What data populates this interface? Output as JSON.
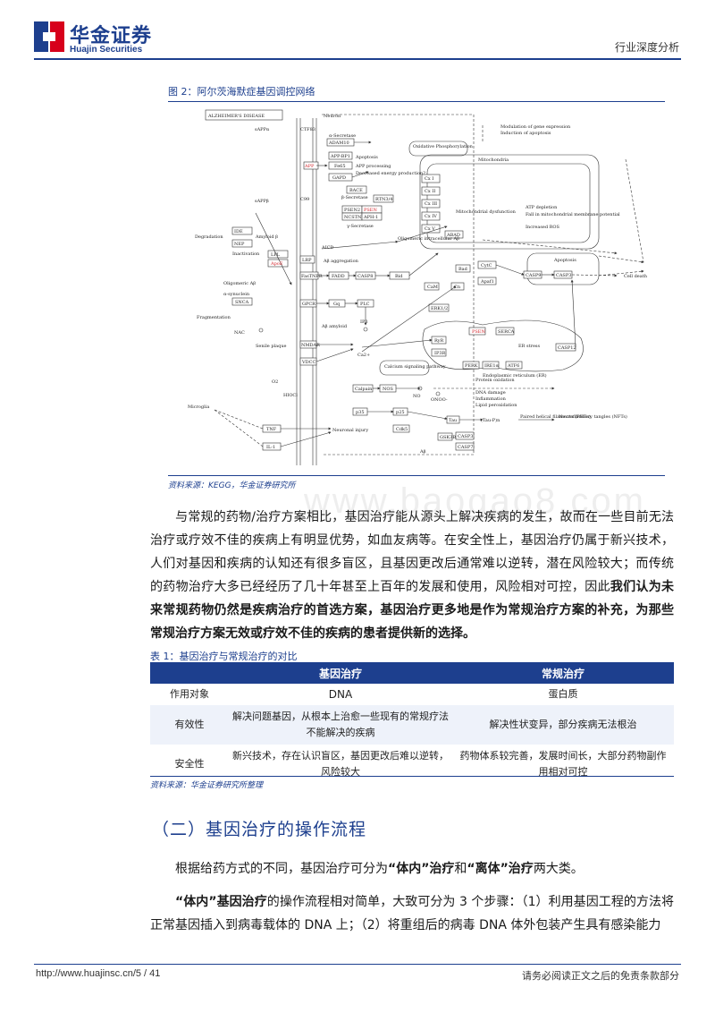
{
  "header": {
    "logo_cn": "华金证券",
    "logo_en": "Huajin Securities",
    "report_type": "行业深度分析"
  },
  "figure": {
    "caption": "图 2：阿尔茨海默症基因调控网络",
    "source": "资料来源：KEGG，华金证券研究所",
    "labels": {
      "title": "ALZHEIMER'S DISEASE",
      "neuron": "Neuron",
      "sappa": "sAPPα",
      "sappb": "sAPPβ",
      "ctf83": "CTF83",
      "ctf99": "C99",
      "a_secretase": "α-Secretase",
      "adam": "ADAM10",
      "app": "APP",
      "apbb1": "APP-BP1",
      "fe65": "Fe65",
      "gapd": "GAPD",
      "bace": "BACE",
      "reticulon": "RTN3/4",
      "b_secretase": "β-Secretase",
      "psen2": "PSEN2",
      "psen": "PSEN",
      "ncstn": "NCSTN",
      "aph1": "APH-1",
      "g_secretase": "γ-Secretase",
      "aicd": "AICD",
      "apoptosis1": "Apoptosis",
      "app_processing": "APP processing",
      "energy": "Decreased energy production?",
      "ide": "IDE",
      "nep": "NEP",
      "degradation": "Degradation",
      "inactivation": "Inactivation",
      "amyloid": "Amyloid β",
      "lpl": "LPL",
      "apoe": "ApoE",
      "lrp": "LRP",
      "oligo_ab": "Oligomeric intracellular Aβ",
      "ab_aggregation": "Aβ aggregation",
      "oligomeric_ab": "Oligomeric Aβ",
      "a_synuclein": "α-synuclein",
      "snca": "SNCA",
      "fragmentation": "Fragmentation",
      "nac": "NAC",
      "senile": "Senile plaque",
      "fas": "FasTNFR",
      "fadd": "FADD",
      "casp8": "CASP8",
      "bid": "Bid",
      "gpcr": "GPCR",
      "gq": "Gq",
      "plc": "PLC",
      "ip3": "IP3",
      "nmdar": "NMDAR",
      "vdcc": "VDCC",
      "ca": "Ca2+",
      "abeta_amyloid": "Aβ amyloid",
      "oxidative": "Oxidative Phosphorylation",
      "mitochondria": "Mitochondria",
      "cx1": "Cx I",
      "cx2": "Cx II",
      "cx3": "Cx III",
      "cx4": "Cx IV",
      "cx5": "Cx V",
      "abad": "ABAD",
      "mito_dys": "Mitochondrial dysfunction",
      "atp_depletion": "ATP depletion",
      "fall_membrane": "Fall in mitochondrial membrane potential",
      "ros": "Increased ROS",
      "modulation": "Modulation of gene expression",
      "induction": "Induction of apoptosis",
      "apoptosis2": "Apoptosis",
      "cell_death": "Cell death",
      "bad": "Bad",
      "cytc": "CytC",
      "apaf1": "Apaf1",
      "casp9": "CASP9",
      "casp3": "CASP3",
      "calm": "CaM",
      "cn": "Cn",
      "erk": "ERK1/2",
      "ryr": "RyR",
      "iprr": "IP3R",
      "psen_er": "PSEN",
      "serca": "SERCA",
      "er_stress": "ER stress",
      "casp12": "CASP12",
      "perk": "PERK",
      "ire1": "IRE1α",
      "atf6": "ATF6",
      "er_label": "Endoplasmic reticulum (ER)",
      "calcium": "Calcium signaling pathway",
      "calpain": "Calpain",
      "nos": "NOS",
      "no": "NO",
      "onoo": "ONOO-",
      "protein_ox": "Protein oxidation",
      "lipid": "Lipid peroxidation",
      "dna_damage": "DNA damage",
      "inflammation": "Inflammation",
      "p35": "p35",
      "p25": "p25",
      "cdk5": "Cdk5",
      "tau": "Tau",
      "gsk3b": "GSK3B",
      "casp3b": "CASP3",
      "casp7": "CASP7",
      "tau_p": "(Tau-P)n",
      "phf": "Paired helical filaments (PHFs)",
      "nft": "Neurofibrillary tangles (NFTs)",
      "microglia": "Microglia",
      "tnf": "TNF",
      "il1": "IL-1",
      "neuronal_injury": "Neuronal injury",
      "hiocl": "HIOCl",
      "ab": "Aβ",
      "o2": "O2"
    }
  },
  "watermark": "www.baogao8.com",
  "paragraph1": {
    "text": "与常规的药物/治疗方案相比，基因治疗能从源头上解决疾病的发生，故而在一些目前无法治疗或疗效不佳的疾病上有明显优势，如血友病等。在安全性上，基因治疗仍属于新兴技术，人们对基因和疾病的认知还有很多盲区，且基因更改后通常难以逆转，潜在风险较大；而传统的药物治疗大多已经经历了几十年甚至上百年的发展和使用，风险相对可控，因此",
    "bold": "我们认为未来常规药物仍然是疾病治疗的首选方案，基因治疗更多地是作为常规治疗方案的补充，为那些常规治疗方案无效或疗效不佳的疾病的患者提供新的选择。"
  },
  "table": {
    "caption": "表 1：基因治疗与常规治疗的对比",
    "headers": [
      "",
      "基因治疗",
      "常规治疗"
    ],
    "rows": [
      [
        "作用对象",
        "DNA",
        "蛋白质"
      ],
      [
        "有效性",
        "解决问题基因，从根本上治愈一些现有的常规疗法不能解决的疾病",
        "解决性状变异，部分疾病无法根治"
      ],
      [
        "安全性",
        "新兴技术，存在认识盲区，基因更改后难以逆转，风险较大",
        "药物体系较完善，发展时间长，大部分药物副作用相对可控"
      ]
    ],
    "source": "资料来源：华金证券研究所整理"
  },
  "section": {
    "title": "（二）基因治疗的操作流程"
  },
  "paragraph2": {
    "pre": "根据给药方式的不同，基因治疗可分为",
    "b1": "“体内”治疗",
    "mid": "和",
    "b2": "“离体”治疗",
    "post": "两大类。"
  },
  "paragraph3": {
    "b1": "“体内”基因治疗",
    "text": "的操作流程相对简单，大致可分为 3 个步骤：（1）利用基因工程的方法将正常基因插入到病毒载体的 DNA 上；（2）将重组后的病毒 DNA 体外包装产生具有感染能力"
  },
  "footer": {
    "url": "http://www.huajinsc.cn/5 / 41",
    "disclaimer": "请务必阅读正文之后的免责条款部分"
  },
  "colors": {
    "brand_blue": "#1d3f8e",
    "logo_red": "#d7001b",
    "highlight_red": "#d2232a"
  }
}
